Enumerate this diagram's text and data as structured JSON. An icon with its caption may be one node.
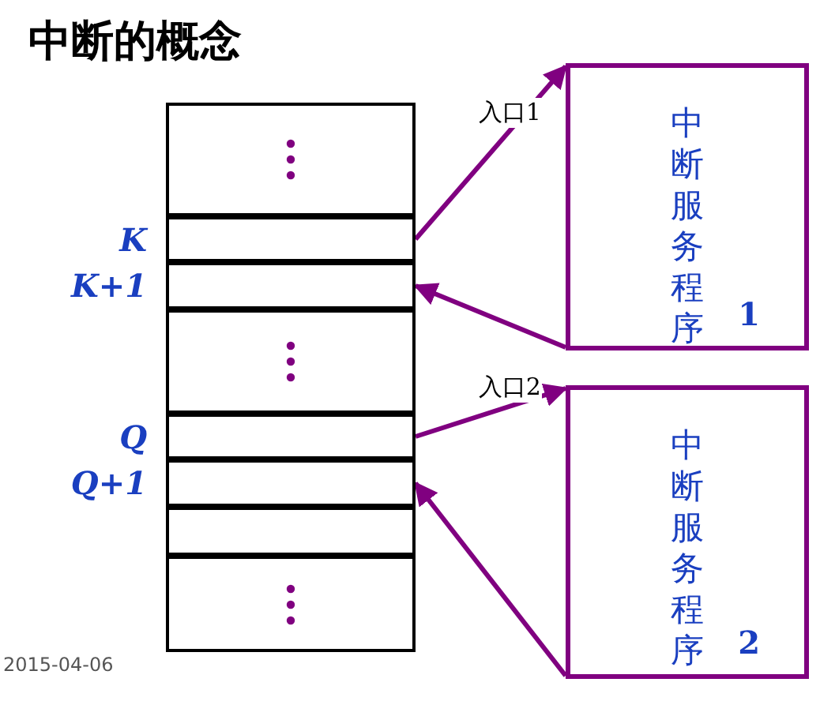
{
  "diagram": {
    "title": "中断的概念",
    "nodes": [
      {
        "text": [],
        "shape": "box"
      },
      {
        "text": [
          "K"
        ]
      },
      {
        "text": [
          "K+1"
        ]
      },
      {
        "text": [],
        "shape": "box"
      },
      {
        "text": [
          "Q"
        ]
      },
      {
        "text": [
          "Q+1"
        ]
      },
      {
        "text": [],
        "shape": "box"
      },
      {
        "text": [],
        "shape": "box"
      },
      {
        "text": [
          "中断服务程序",
          "1"
        ]
      },
      {
        "text": [
          "中断服务程序",
          "2"
        ]
      }
    ],
    "edges": [
      {
        "from": 1,
        "to": 8,
        "arrow": "to",
        "label": "入口1"
      },
      {
        "from": 8,
        "to": 2,
        "arrow": "to"
      },
      {
        "from": 4,
        "to": 9,
        "arrow": "to",
        "label": "入口2"
      },
      {
        "from": 9,
        "to": 5,
        "arrow": "to"
      }
    ],
    "labels": [
      "2015-04-06"
    ]
  }
}
